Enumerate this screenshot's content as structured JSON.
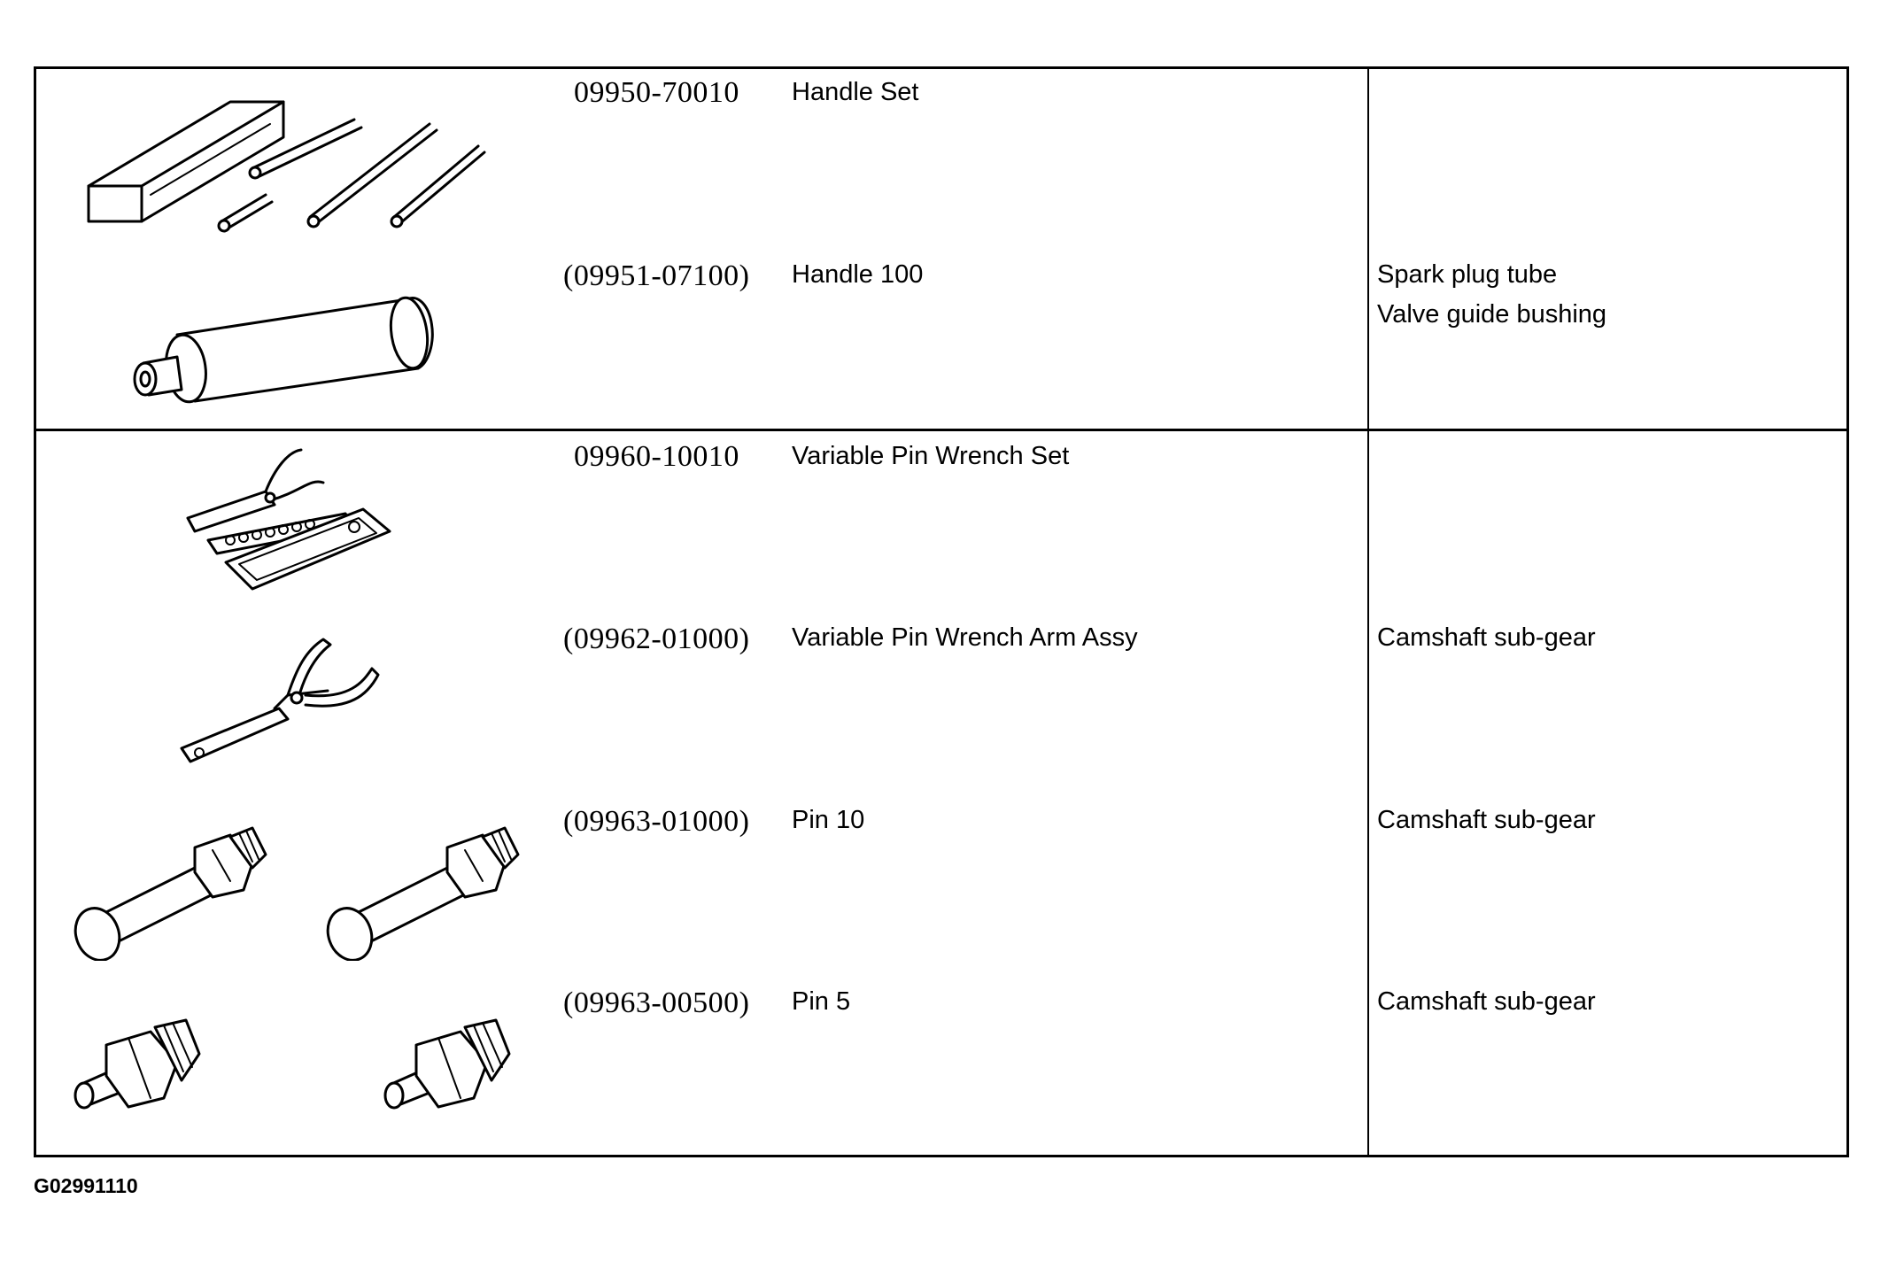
{
  "tools": [
    {
      "part_number": "09950-70010",
      "name": "Handle Set",
      "usage": [],
      "illustration": "handle-set-icon"
    },
    {
      "part_number": "(09951-07100)",
      "name": "Handle 100",
      "usage": [
        "Spark plug tube",
        "Valve guide bushing"
      ],
      "illustration": "handle-100-icon"
    },
    {
      "part_number": "09960-10010",
      "name": "Variable Pin Wrench Set",
      "usage": [],
      "illustration": "pin-wrench-set-icon"
    },
    {
      "part_number": "(09962-01000)",
      "name": "Variable Pin Wrench Arm Assy",
      "usage": [
        "Camshaft  sub-gear"
      ],
      "illustration": "pin-wrench-arm-icon"
    },
    {
      "part_number": "(09963-01000)",
      "name": "Pin 10",
      "usage": [
        "Camshaft  sub-gear"
      ],
      "illustration": "pin-10-icon"
    },
    {
      "part_number": "(09963-00500)",
      "name": "Pin 5",
      "usage": [
        "Camshaft  sub-gear"
      ],
      "illustration": "pin-5-icon"
    }
  ],
  "figure_id": "G02991110"
}
